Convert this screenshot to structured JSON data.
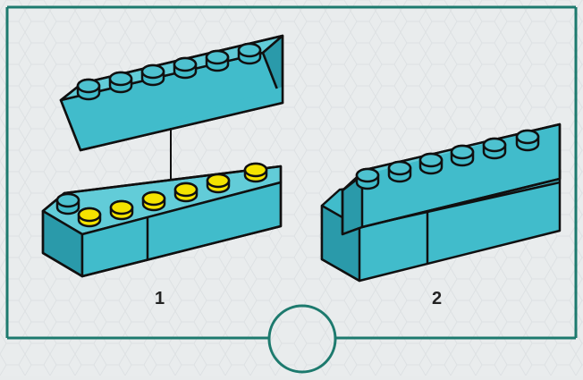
{
  "steps": [
    {
      "number": "1"
    },
    {
      "number": "2"
    }
  ],
  "colors": {
    "brick": "#41bccb",
    "brick_top": "#62ccd8",
    "brick_side": "#2a9aaa",
    "stud": "#41bccb",
    "stud_highlight": "yellow",
    "stud_highlight_hex": "#f4e300",
    "frame": "#1d7a6e",
    "outline": "#101010",
    "background": "#e8ebec"
  },
  "icons": [
    "connector-line",
    "navigation-circle"
  ]
}
